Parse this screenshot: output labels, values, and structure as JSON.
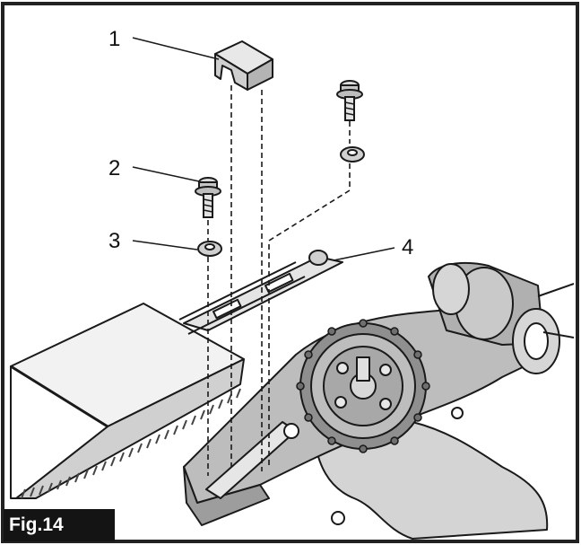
{
  "figure": {
    "label": "Fig.14",
    "callouts": [
      "1",
      "2",
      "3",
      "4"
    ],
    "colors": {
      "ink": "#141414",
      "shade": "#b5b5b5",
      "paper": "#ffffff",
      "hatch": "#444444"
    }
  }
}
